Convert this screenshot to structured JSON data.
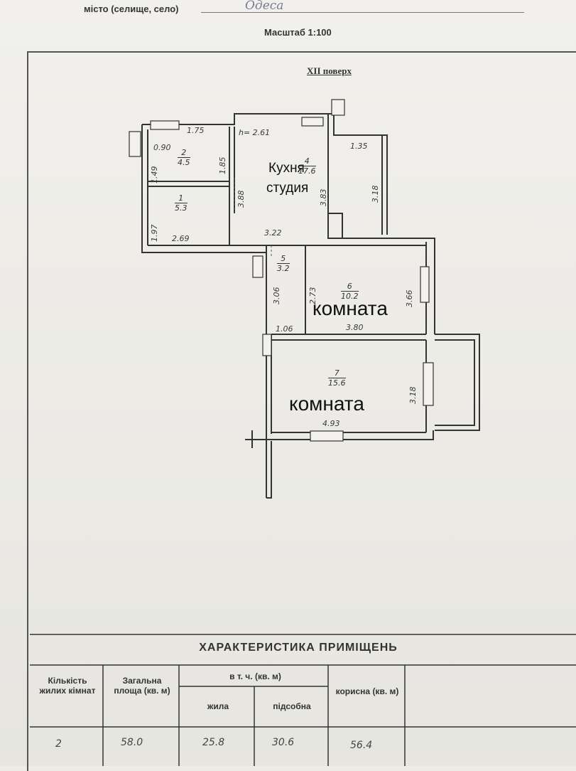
{
  "header": {
    "city_label": "місто (селище, село)",
    "city_value": "Одеса",
    "scale": "Масштаб 1:100"
  },
  "plan": {
    "floor": "XII поверх",
    "height_note": "h= 2.61",
    "rooms": [
      {
        "num": "1",
        "area": "5.3"
      },
      {
        "num": "2",
        "area": "4.5"
      },
      {
        "num": "4",
        "area": "17.6"
      },
      {
        "num": "5",
        "area": "3.2"
      },
      {
        "num": "6",
        "area": "10.2"
      },
      {
        "num": "7",
        "area": "15.6"
      }
    ],
    "dims": {
      "d175": "1.75",
      "d090": "0.90",
      "d149": "1.49",
      "d185": "1.85",
      "d197": "1.97",
      "d269": "2.69",
      "d388": "3.88",
      "d322": "3.22",
      "d135": "1.35",
      "d318a": "3.18",
      "d383": "3.83",
      "d306": "3.06",
      "d273": "2.73",
      "d366": "3.66",
      "d106": "1.06",
      "d380": "3.80",
      "d318b": "3.18",
      "d493": "4.93"
    },
    "labels": {
      "kitchen_line1": "Кухня",
      "kitchen_line2": "студия",
      "room6": "комната",
      "room7": "комната"
    }
  },
  "characteristics": {
    "title": "ХАРАКТЕРИСТИКА ПРИМІЩЕНЬ",
    "col_rooms": "Кількість жилих кімнат",
    "col_total": "Загальна площа (кв. м)",
    "col_incl": "в т. ч. (кв. м)",
    "col_living": "жила",
    "col_aux": "підсобна",
    "col_useful": "корисна (кв. м)",
    "row": {
      "rooms": "2",
      "total": "58.0",
      "living": "25.8",
      "aux": "30.6",
      "useful": "56.4"
    }
  }
}
